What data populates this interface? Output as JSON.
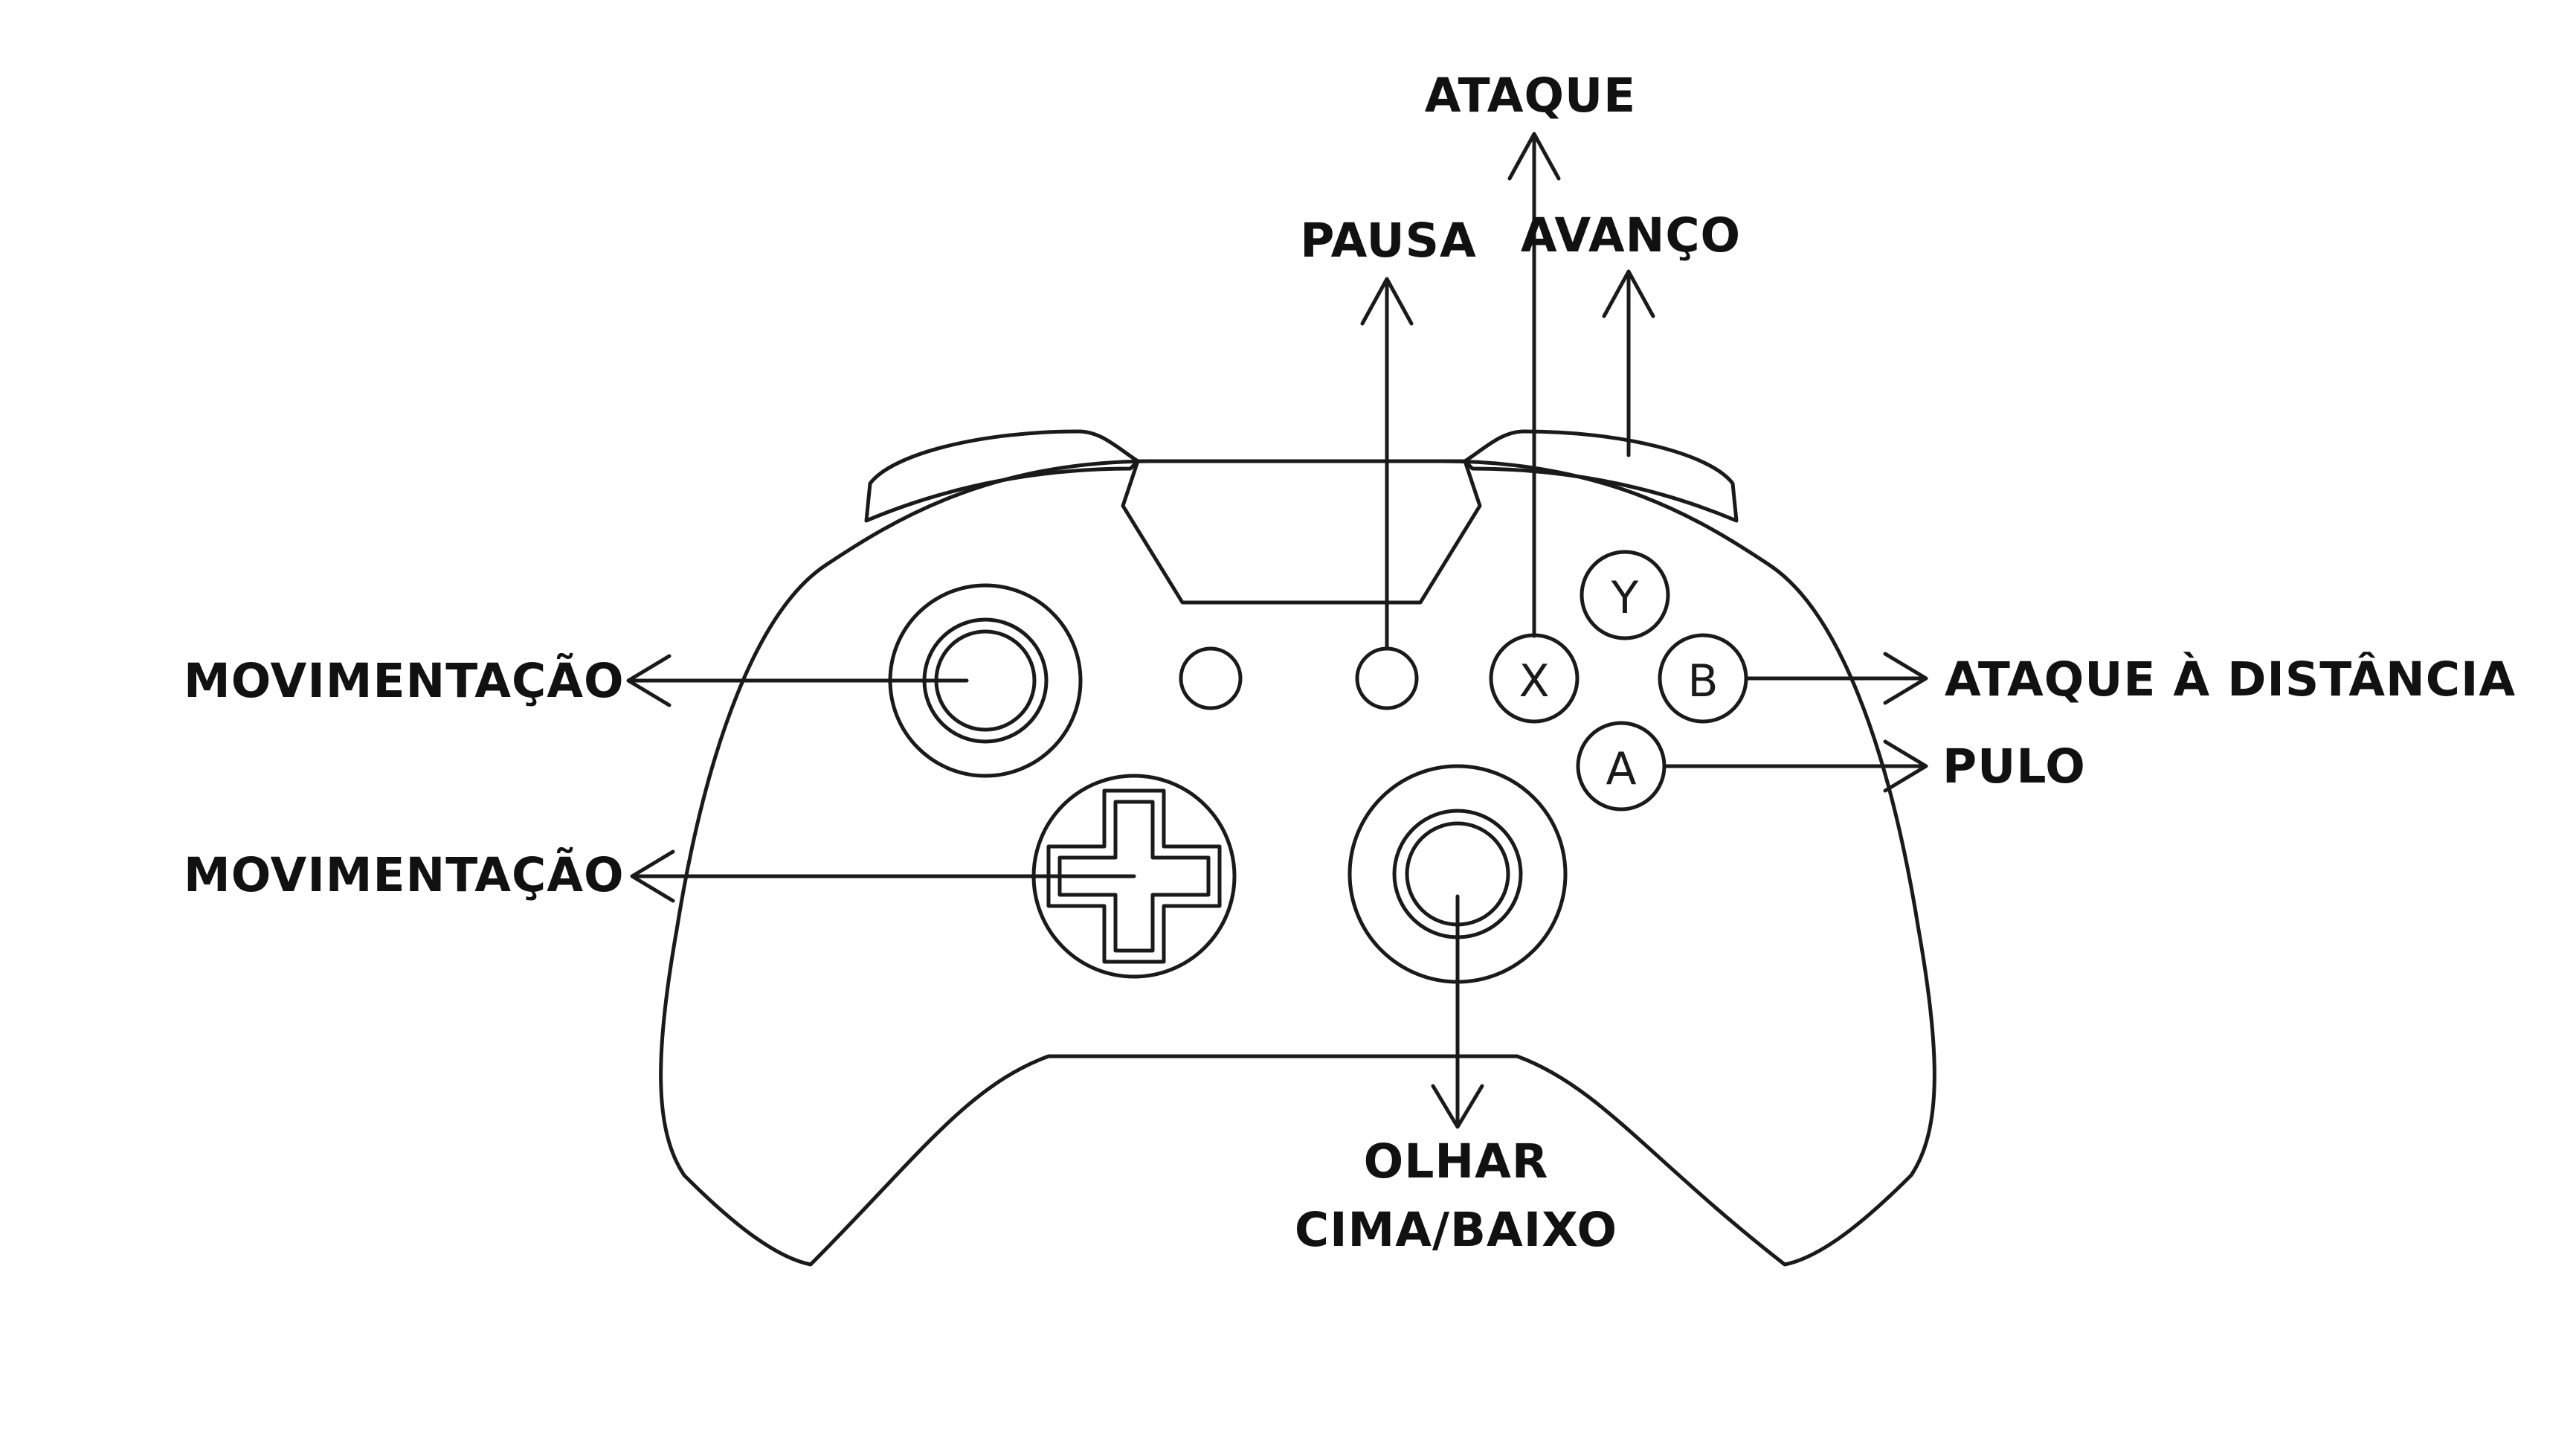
{
  "labels": {
    "ataque": "ATAQUE",
    "pausa": "PAUSA",
    "avanco": "AVANÇO",
    "movimentacao_stick": "MOVIMENTAÇÃO",
    "movimentacao_dpad": "MOVIMENTAÇÃO",
    "ataque_distancia": "ATAQUE À DISTÂNCIA",
    "pulo": "PULO",
    "olhar_line1": "OLHAR",
    "olhar_line2": "CIMA/BAIXO"
  },
  "buttons": {
    "y": "Y",
    "b": "B",
    "x": "X",
    "a": "A"
  }
}
